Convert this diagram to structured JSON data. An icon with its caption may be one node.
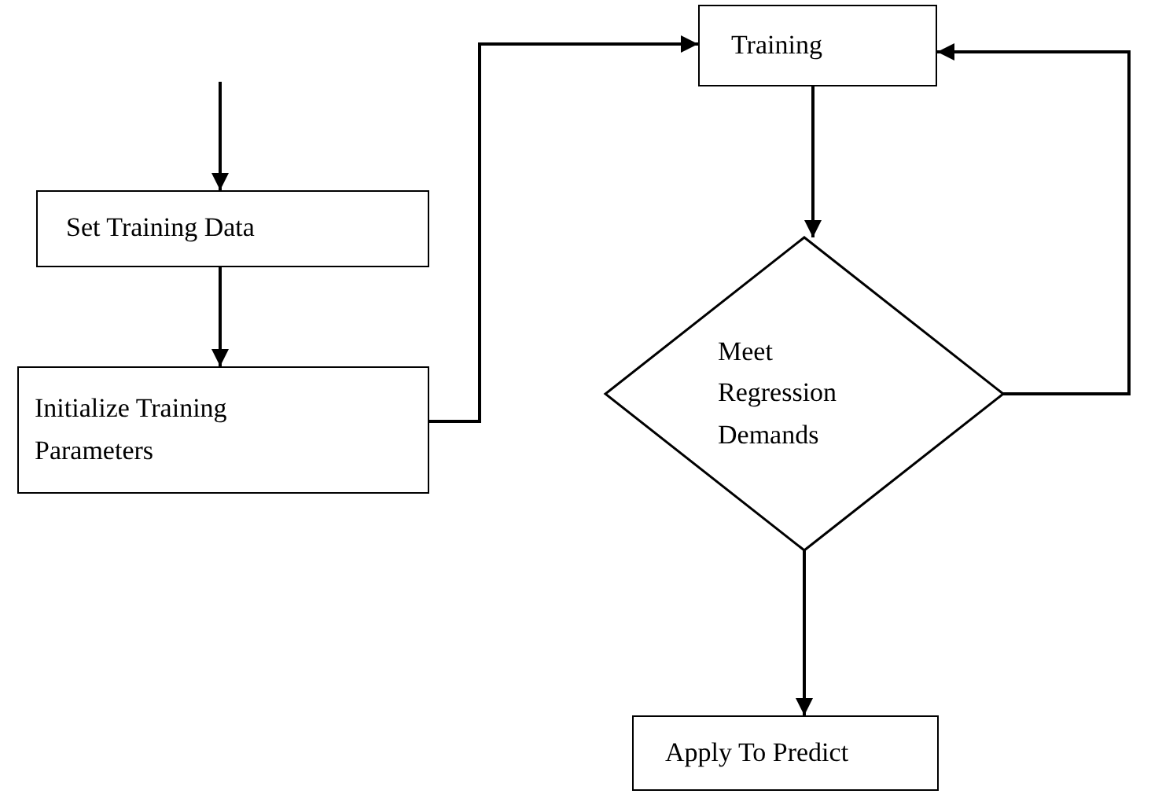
{
  "diagram": {
    "nodes": [
      {
        "text": [
          "Set Training Data"
        ]
      },
      {
        "text": [
          "Initialize Training Parameters"
        ]
      },
      {
        "text": [
          "Training"
        ]
      },
      {
        "text": [
          "Meet Regression Demands"
        ]
      },
      {
        "text": [
          "Apply To Predict"
        ]
      }
    ],
    "edges": [
      {
        "from": null,
        "to": 0,
        "arrow": "to"
      },
      {
        "from": 0,
        "to": 1,
        "arrow": "to"
      },
      {
        "from": 1,
        "to": 2,
        "arrow": "to"
      },
      {
        "from": 2,
        "to": 3,
        "arrow": "to"
      },
      {
        "from": 3,
        "to": 2,
        "arrow": "to"
      },
      {
        "from": 3,
        "to": 4,
        "arrow": "to"
      }
    ]
  }
}
